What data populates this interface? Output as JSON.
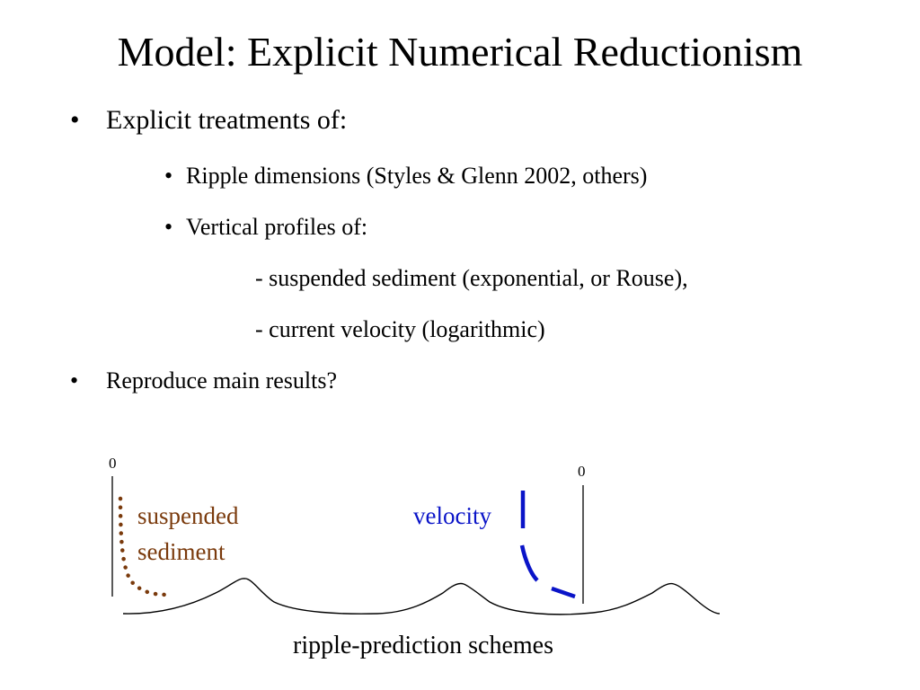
{
  "slide": {
    "title": "Model: Explicit Numerical Reductionism"
  },
  "bullets": {
    "mark": "•",
    "b1": "Explicit treatments of:",
    "b1_1": "Ripple dimensions (Styles & Glenn 2002, others)",
    "b1_2": "Vertical profiles of:",
    "b1_2_1": "- suspended sediment (exponential, or Rouse),",
    "b1_2_2": "- current velocity (logarithmic)",
    "b2": "Reproduce main results?"
  },
  "figure": {
    "sediment_axis_zero": "0",
    "velocity_axis_zero": "0",
    "sediment_label_line1": "suspended",
    "sediment_label_line2": "sediment",
    "velocity_label": "velocity",
    "caption": "ripple-prediction schemes",
    "colors": {
      "sediment": "#7a3a0c",
      "velocity": "#0a14c8",
      "ink": "#000000"
    }
  }
}
